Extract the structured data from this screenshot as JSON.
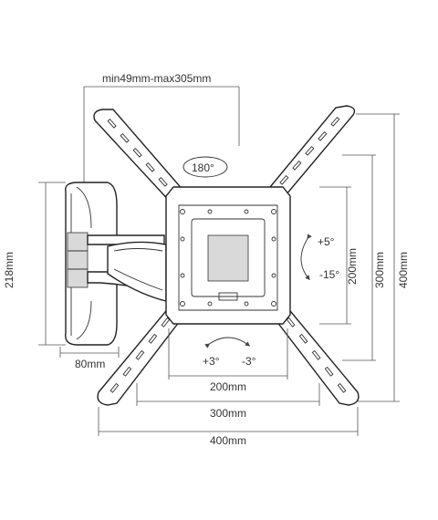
{
  "dimensions": {
    "arm_extension": "min49mm-max305mm",
    "rotation": "180°",
    "tilt_up": "+5°",
    "tilt_down": "-15°",
    "swivel_left": "+3°",
    "swivel_right": "-3°",
    "wall_plate_height": "218mm",
    "wall_plate_width": "80mm",
    "vesa_200_h": "200mm",
    "vesa_300_h": "300mm",
    "vesa_400_h": "400mm",
    "vesa_200_w": "200mm",
    "vesa_300_w": "300mm",
    "vesa_400_w": "400mm"
  },
  "colors": {
    "line": "#222222",
    "shade": "#d9d9d9",
    "text": "#333333"
  }
}
